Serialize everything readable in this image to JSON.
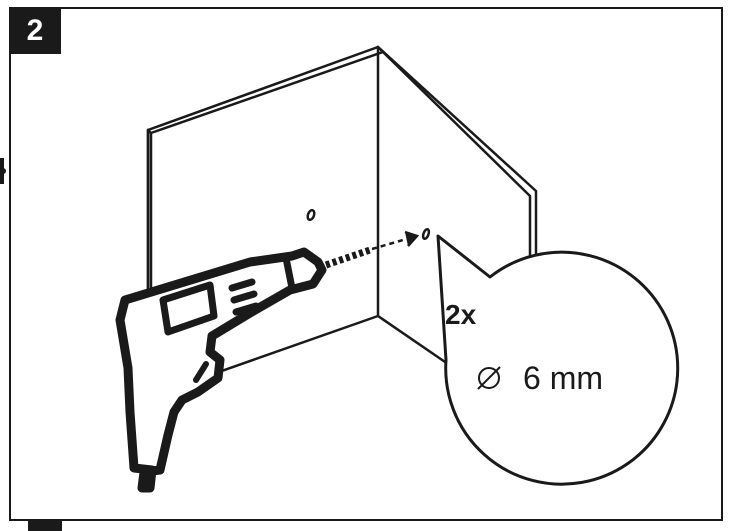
{
  "step": {
    "number": "2"
  },
  "callout": {
    "quantity": "2x",
    "diameter_symbol": "⌀",
    "size": "6 mm"
  },
  "icons": {
    "drill": "drill-icon",
    "diameter": "diameter-icon"
  },
  "colors": {
    "ink": "#1a1a1a",
    "background": "#ffffff"
  }
}
